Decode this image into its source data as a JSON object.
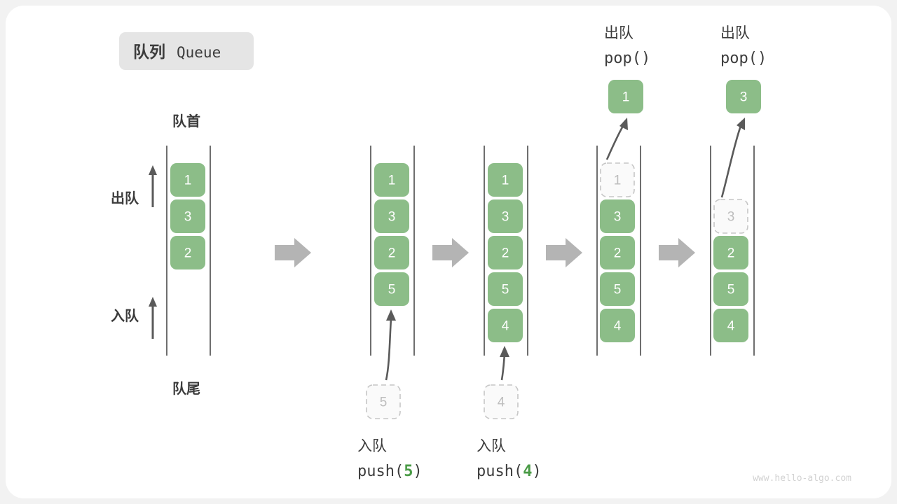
{
  "page": {
    "background": "#f2f2f2",
    "card_background": "#ffffff",
    "accent_green": "#8cbd88",
    "ghost_border": "#c6c6c6",
    "arrow_gray": "#b4b4b4",
    "watermark": "www.hello-algo.com"
  },
  "title": {
    "cn": "队列",
    "en": "Queue"
  },
  "labels": {
    "front": "队首",
    "rear": "队尾",
    "dequeue": "出队",
    "enqueue": "入队"
  },
  "stages": [
    {
      "id": "initial",
      "name": "initial-queue",
      "items": [
        "1",
        "3",
        "2"
      ],
      "capacity": 5,
      "ghost": null,
      "caption_line1": "",
      "caption_line2": "",
      "popped": null
    },
    {
      "id": "push5",
      "name": "push-5",
      "items": [
        "1",
        "3",
        "2",
        "5"
      ],
      "capacity": 5,
      "ghost": {
        "value": "5",
        "position": "below"
      },
      "caption_line1": "入队",
      "caption_fn": "push(",
      "caption_arg": "5",
      "caption_close": ")",
      "popped": null
    },
    {
      "id": "push4",
      "name": "push-4",
      "items": [
        "1",
        "3",
        "2",
        "5",
        "4"
      ],
      "capacity": 5,
      "ghost": {
        "value": "4",
        "position": "below"
      },
      "caption_line1": "入队",
      "caption_fn": "push(",
      "caption_arg": "4",
      "caption_close": ")",
      "popped": null
    },
    {
      "id": "pop1",
      "name": "pop-1",
      "items": [
        "3",
        "2",
        "5",
        "4"
      ],
      "capacity": 5,
      "ghost": {
        "value": "1",
        "position": "slot0"
      },
      "caption_line1": "出队",
      "caption_fn": "pop(",
      "caption_arg": "",
      "caption_close": ")",
      "popped": "1"
    },
    {
      "id": "pop3",
      "name": "pop-3",
      "items": [
        "2",
        "5",
        "4"
      ],
      "capacity": 5,
      "ghost": {
        "value": "3",
        "position": "slot1"
      },
      "caption_line1": "出队",
      "caption_fn": "pop(",
      "caption_arg": "",
      "caption_close": ")",
      "popped": "3"
    }
  ],
  "transition_arrows": 4
}
